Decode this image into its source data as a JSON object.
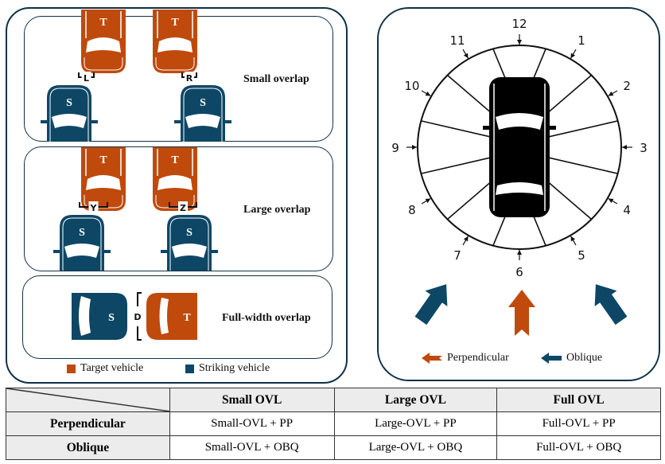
{
  "colors": {
    "target": "#bf4a0c",
    "striking": "#0e4766",
    "frame": "#0f3147",
    "header_bg": "#ececec"
  },
  "left_panel": {
    "scenarios": [
      {
        "label": "Small overlap",
        "gap_labels": [
          "L",
          "R"
        ],
        "vehicle_letters": {
          "target": "T",
          "striking": "S"
        }
      },
      {
        "label": "Large overlap",
        "gap_labels": [
          "Y",
          "Z"
        ],
        "vehicle_letters": {
          "target": "T",
          "striking": "S"
        }
      },
      {
        "label": "Full-width overlap",
        "gap_labels": [
          "D"
        ],
        "vehicle_letters": {
          "target": "T",
          "striking": "S"
        }
      }
    ],
    "legend": [
      {
        "label": "Target vehicle",
        "color": "#bf4a0c"
      },
      {
        "label": "Striking vehicle",
        "color": "#0e4766"
      }
    ]
  },
  "right_panel": {
    "clock_positions": [
      "12",
      "1",
      "2",
      "3",
      "4",
      "5",
      "6",
      "7",
      "8",
      "9",
      "10",
      "11"
    ],
    "legend": [
      {
        "label": "Perpendicular",
        "color": "#bf4a0c"
      },
      {
        "label": "Oblique",
        "color": "#0e4766"
      }
    ]
  },
  "table": {
    "columns": [
      "Small OVL",
      "Large OVL",
      "Full OVL"
    ],
    "rows": [
      {
        "header": "Perpendicular",
        "cells": [
          "Small-OVL + PP",
          "Large-OVL + PP",
          "Full-OVL + PP"
        ]
      },
      {
        "header": "Oblique",
        "cells": [
          "Small-OVL + OBQ",
          "Large-OVL + OBQ",
          "Full-OVL + OBQ"
        ]
      }
    ]
  }
}
